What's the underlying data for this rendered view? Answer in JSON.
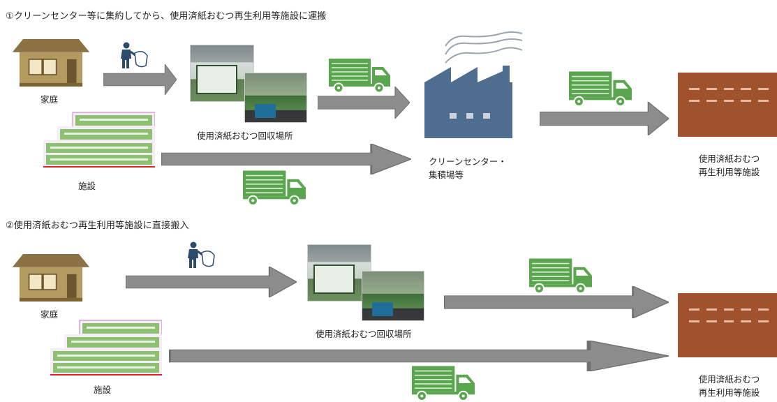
{
  "section1": {
    "heading": "①クリーンセンター等に集約してから、使用済紙おむつ再生利用等施設に運搬",
    "home_label": "家庭",
    "facility_label": "施設",
    "collection_label": "使用済紙おむつ回収場所",
    "clean_center_label": [
      "クリーンセンター・",
      "集積場等"
    ],
    "recycle_label": [
      "使用済紙おむつ",
      "再生利用等施設"
    ]
  },
  "section2": {
    "heading": "②使用済紙おむつ再生利用等施設に直接搬入",
    "home_label": "家庭",
    "facility_label": "施設",
    "collection_label": "使用済紙おむつ回収場所",
    "recycle_label": [
      "使用済紙おむつ",
      "再生利用等施設"
    ]
  },
  "colors": {
    "arrow": "#8c8c8c",
    "truck": "#5aa64f",
    "factory": "#4f6d8f",
    "facility": "#a0522d",
    "house_roof": "#8a7244",
    "house_wall": "#b39a60",
    "nursing_home": "#8fbf73",
    "person": "#2c4a6b"
  },
  "icons": [
    "house-icon",
    "nursing-home-icon",
    "person-carrying-bag-icon",
    "truck-icon",
    "factory-icon",
    "recycling-facility-icon",
    "arrow-icon",
    "collection-photo"
  ]
}
